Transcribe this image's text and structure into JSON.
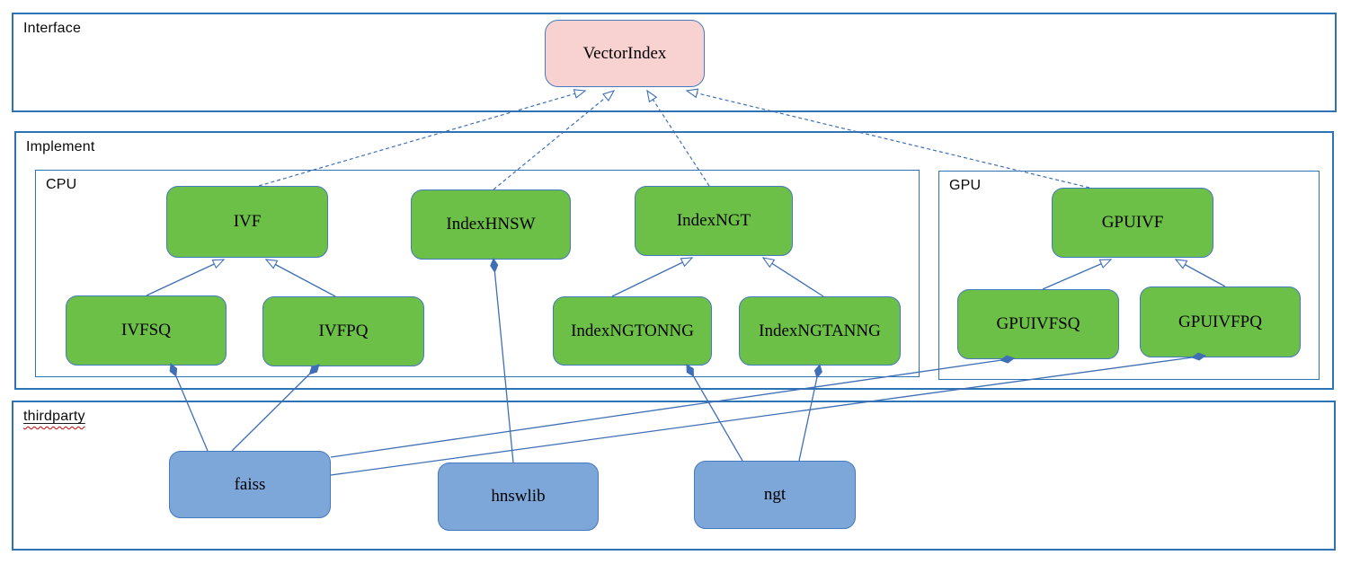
{
  "diagram": {
    "layers": [
      {
        "id": "interface",
        "label": "Interface"
      },
      {
        "id": "implement",
        "label": "Implement"
      },
      {
        "id": "thirdparty",
        "label": "thirdparty"
      }
    ],
    "groups": [
      {
        "id": "cpu",
        "label": "CPU"
      },
      {
        "id": "gpu",
        "label": "GPU"
      }
    ],
    "nodes": [
      {
        "id": "vectorindex",
        "label": "VectorIndex",
        "layer": "interface",
        "kind": "interface"
      },
      {
        "id": "ivf",
        "label": "IVF",
        "layer": "implement",
        "group": "cpu",
        "kind": "implement"
      },
      {
        "id": "indexhnsw",
        "label": "IndexHNSW",
        "layer": "implement",
        "group": "cpu",
        "kind": "implement"
      },
      {
        "id": "indexngt",
        "label": "IndexNGT",
        "layer": "implement",
        "group": "cpu",
        "kind": "implement"
      },
      {
        "id": "gpuivf",
        "label": "GPUIVF",
        "layer": "implement",
        "group": "gpu",
        "kind": "implement"
      },
      {
        "id": "ivfsq",
        "label": "IVFSQ",
        "layer": "implement",
        "group": "cpu",
        "kind": "implement"
      },
      {
        "id": "ivfpq",
        "label": "IVFPQ",
        "layer": "implement",
        "group": "cpu",
        "kind": "implement"
      },
      {
        "id": "indexngtonng",
        "label": "IndexNGTONNG",
        "layer": "implement",
        "group": "cpu",
        "kind": "implement"
      },
      {
        "id": "indexngtanng",
        "label": "IndexNGTANNG",
        "layer": "implement",
        "group": "cpu",
        "kind": "implement"
      },
      {
        "id": "gpuivfsq",
        "label": "GPUIVFSQ",
        "layer": "implement",
        "group": "gpu",
        "kind": "implement"
      },
      {
        "id": "gpuivfpq",
        "label": "GPUIVFPQ",
        "layer": "implement",
        "group": "gpu",
        "kind": "implement"
      },
      {
        "id": "faiss",
        "label": "faiss",
        "layer": "thirdparty",
        "kind": "thirdparty"
      },
      {
        "id": "hnswlib",
        "label": "hnswlib",
        "layer": "thirdparty",
        "kind": "thirdparty"
      },
      {
        "id": "ngt",
        "label": "ngt",
        "layer": "thirdparty",
        "kind": "thirdparty"
      }
    ],
    "edges": [
      {
        "from": "ivf",
        "to": "vectorindex",
        "type": "realization",
        "points": [
          288,
          207,
          651,
          101
        ]
      },
      {
        "from": "indexhnsw",
        "to": "vectorindex",
        "type": "realization",
        "points": [
          549,
          211,
          683,
          101
        ]
      },
      {
        "from": "indexngt",
        "to": "vectorindex",
        "type": "realization",
        "points": [
          789,
          207,
          720,
          101
        ]
      },
      {
        "from": "gpuivf",
        "to": "vectorindex",
        "type": "realization",
        "points": [
          1212,
          209,
          764,
          101
        ]
      },
      {
        "from": "ivfsq",
        "to": "ivf",
        "type": "generalization",
        "points": [
          163,
          329,
          249,
          289
        ]
      },
      {
        "from": "ivfpq",
        "to": "ivf",
        "type": "generalization",
        "points": [
          373,
          330,
          296,
          289
        ]
      },
      {
        "from": "indexngtonng",
        "to": "indexngt",
        "type": "generalization",
        "points": [
          681,
          330,
          770,
          287
        ]
      },
      {
        "from": "indexngtanng",
        "to": "indexngt",
        "type": "generalization",
        "points": [
          916,
          330,
          849,
          287
        ]
      },
      {
        "from": "gpuivfsq",
        "to": "gpuivf",
        "type": "generalization",
        "points": [
          1160,
          322,
          1236,
          289
        ]
      },
      {
        "from": "gpuivfpq",
        "to": "gpuivf",
        "type": "generalization",
        "points": [
          1363,
          319,
          1308,
          289
        ]
      },
      {
        "from": "faiss",
        "to": "ivfsq",
        "type": "composition",
        "points": [
          231,
          502,
          190,
          405
        ]
      },
      {
        "from": "faiss",
        "to": "ivfpq",
        "type": "composition",
        "points": [
          258,
          502,
          355,
          406
        ]
      },
      {
        "from": "faiss",
        "to": "gpuivfsq",
        "type": "composition",
        "points": [
          368,
          509,
          1128,
          399
        ]
      },
      {
        "from": "faiss",
        "to": "gpuivfpq",
        "type": "composition",
        "points": [
          368,
          529,
          1341,
          396
        ]
      },
      {
        "from": "hnswlib",
        "to": "indexhnsw",
        "type": "composition",
        "points": [
          571,
          515,
          549,
          288
        ]
      },
      {
        "from": "ngt",
        "to": "indexngtonng",
        "type": "composition",
        "points": [
          826,
          513,
          764,
          406
        ]
      },
      {
        "from": "ngt",
        "to": "indexngtanng",
        "type": "composition",
        "points": [
          889,
          513,
          912,
          406
        ]
      }
    ],
    "colors": {
      "frame_border": "#2e74b5",
      "edge": "#3f6fb5",
      "interface_node_fill": "#f8d2d1",
      "implement_node_fill": "#6cbf47",
      "thirdparty_node_fill": "#7da7d9",
      "node_border": "#4679bd",
      "spellcheck_underline": "#cc0000"
    }
  }
}
